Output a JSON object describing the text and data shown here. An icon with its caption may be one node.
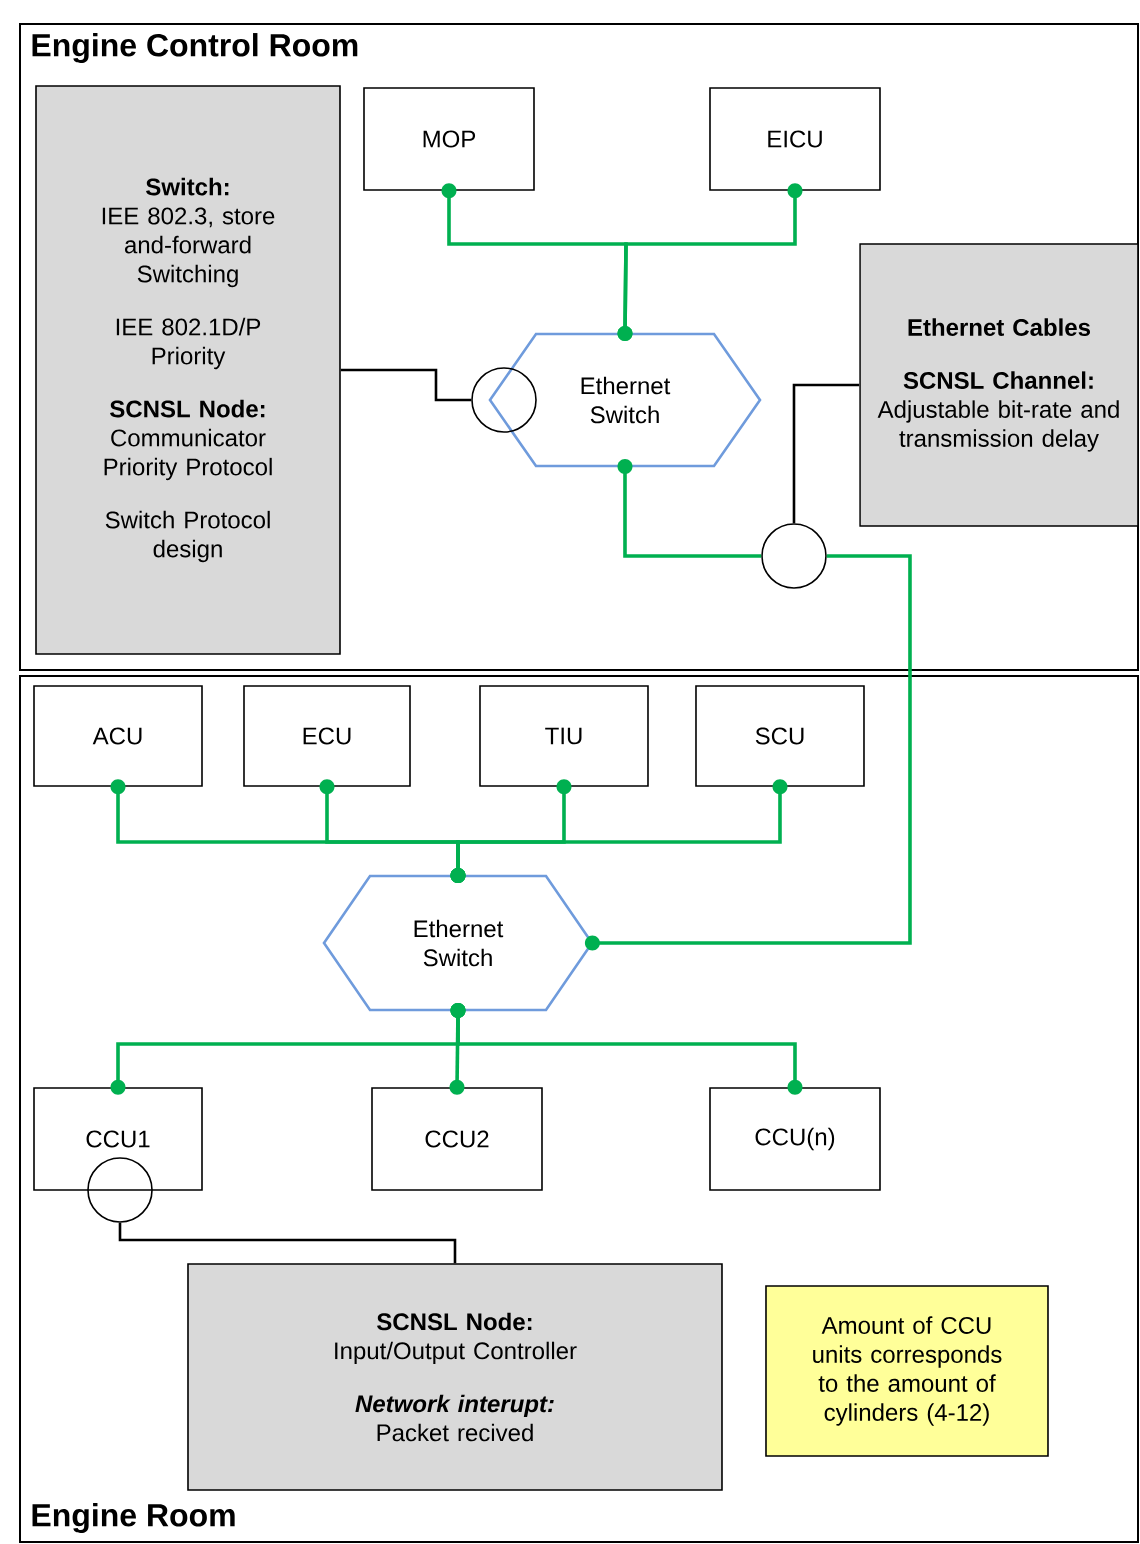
{
  "diagram": {
    "nodes": [
      {
        "text": [
          "Engine Control Room"
        ]
      },
      {
        "text": [
          "Engine Room"
        ]
      },
      {
        "text": [
          "Switch:",
          "IEE 802.3, store and-forward Switching",
          "IEE 802.1D/P Priority",
          "SCNSL Node:",
          "Communicator Priority Protocol",
          "Switch Protocol design"
        ],
        "in": 0
      },
      {
        "text": [
          "MOP"
        ],
        "in": 0
      },
      {
        "text": [
          "EICU"
        ],
        "in": 0
      },
      {
        "text": [
          "Ethernet Switch"
        ],
        "in": 0
      },
      {
        "text": [],
        "shape": "circle",
        "in": 0
      },
      {
        "text": [
          "Ethernet Cables",
          "SCNSL Channel:",
          "Adjustable bit-rate and transmission delay"
        ],
        "in": 0
      },
      {
        "text": [],
        "shape": "circle",
        "in": 0
      },
      {
        "text": [
          "ACU"
        ],
        "in": 1
      },
      {
        "text": [
          "ECU"
        ],
        "in": 1
      },
      {
        "text": [
          "TIU"
        ],
        "in": 1
      },
      {
        "text": [
          "SCU"
        ],
        "in": 1
      },
      {
        "text": [
          "Ethernet Switch"
        ],
        "in": 1
      },
      {
        "text": [
          "CCU1"
        ],
        "in": 1
      },
      {
        "text": [
          "CCU2"
        ],
        "in": 1
      },
      {
        "text": [
          "CCU(n)"
        ],
        "in": 1
      },
      {
        "text": [],
        "shape": "circle",
        "in": 1
      },
      {
        "text": [
          "SCNSL Node:",
          "Input/Output Controller",
          "Network interupt:",
          "Packet recived"
        ],
        "in": 1
      },
      {
        "text": [
          "Amount of CCU units corresponds to the amount of cylinders (4-12)"
        ],
        "in": 1
      }
    ],
    "edges": [
      {
        "from": 3,
        "to": 5,
        "arrow": "other"
      },
      {
        "from": 4,
        "to": 5,
        "arrow": "other"
      },
      {
        "from": 2,
        "to": 6,
        "arrow": "none",
        "color": "#000000"
      },
      {
        "from": 7,
        "to": 8,
        "arrow": "none",
        "color": "#000000"
      },
      {
        "from": 5,
        "to": 8,
        "arrow": "other"
      },
      {
        "from": 8,
        "to": 13,
        "arrow": "other"
      },
      {
        "from": 9,
        "to": 13,
        "arrow": "other"
      },
      {
        "from": 10,
        "to": 13,
        "arrow": "other"
      },
      {
        "from": 11,
        "to": 13,
        "arrow": "other"
      },
      {
        "from": 12,
        "to": 13,
        "arrow": "other"
      },
      {
        "from": 13,
        "to": 14,
        "arrow": "other"
      },
      {
        "from": 13,
        "to": 15,
        "arrow": "other"
      },
      {
        "from": 13,
        "to": 16,
        "arrow": "other"
      },
      {
        "from": 17,
        "to": 18,
        "arrow": "none",
        "color": "#000000"
      }
    ]
  }
}
